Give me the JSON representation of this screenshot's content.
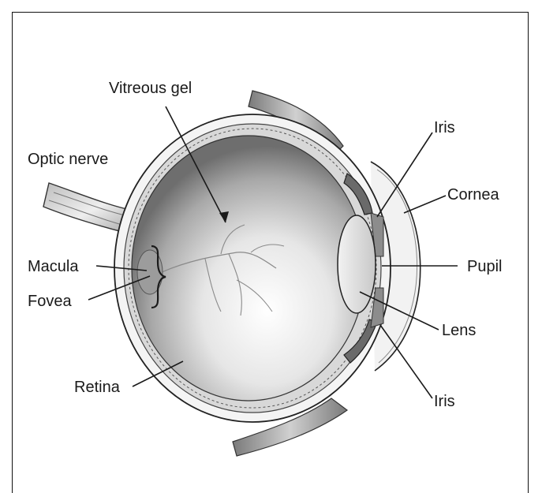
{
  "labels": {
    "vitreous_gel": "Vitreous gel",
    "optic_nerve": "Optic nerve",
    "macula": "Macula",
    "fovea": "Fovea",
    "retina": "Retina",
    "iris_top": "Iris",
    "cornea": "Cornea",
    "pupil": "Pupil",
    "lens": "Lens",
    "iris_bottom": "Iris"
  }
}
